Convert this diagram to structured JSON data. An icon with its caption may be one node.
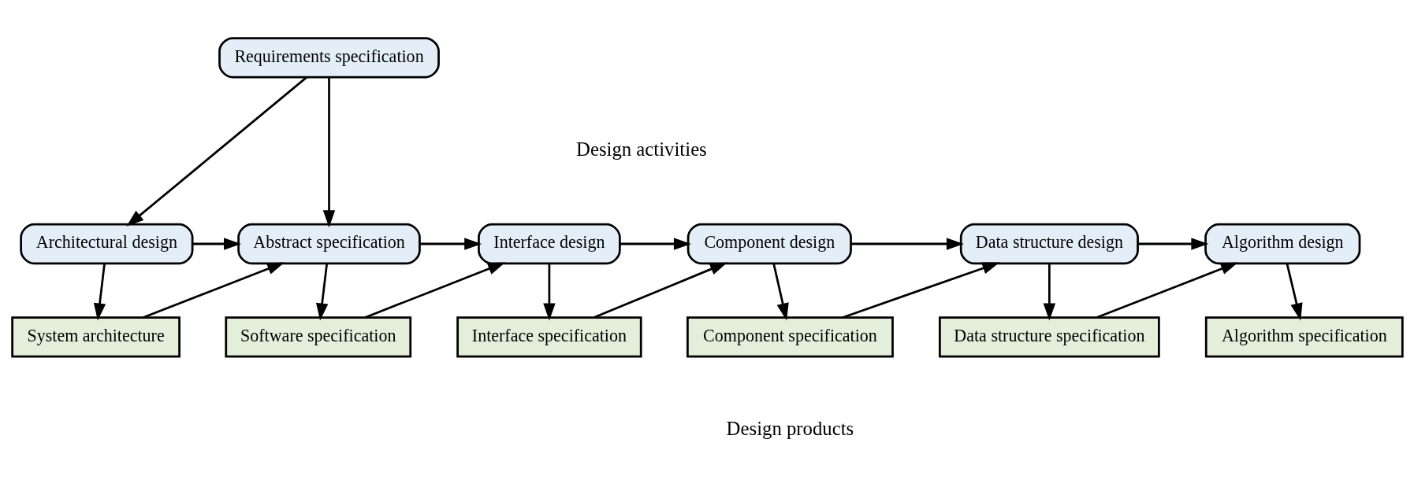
{
  "diagram": {
    "nodes": [
      {
        "text": [
          "Requirements specification"
        ]
      },
      {
        "text": [
          "Architectural design"
        ]
      },
      {
        "text": [
          "Abstract specification"
        ]
      },
      {
        "text": [
          "Interface design"
        ]
      },
      {
        "text": [
          "Component design"
        ]
      },
      {
        "text": [
          "Data structure design"
        ]
      },
      {
        "text": [
          "Algorithm design"
        ]
      },
      {
        "text": [
          "System architecture"
        ]
      },
      {
        "text": [
          "Software specification"
        ]
      },
      {
        "text": [
          "Interface specification"
        ]
      },
      {
        "text": [
          "Component specification"
        ]
      },
      {
        "text": [
          "Data structure specification"
        ]
      },
      {
        "text": [
          "Algorithm specification"
        ]
      }
    ],
    "edges": [
      {
        "from": 0,
        "to": 1,
        "arrow": "to"
      },
      {
        "from": 0,
        "to": 2,
        "arrow": "to"
      },
      {
        "from": 1,
        "to": 2,
        "arrow": "to"
      },
      {
        "from": 2,
        "to": 3,
        "arrow": "to"
      },
      {
        "from": 3,
        "to": 4,
        "arrow": "to"
      },
      {
        "from": 4,
        "to": 5,
        "arrow": "to"
      },
      {
        "from": 5,
        "to": 6,
        "arrow": "to"
      },
      {
        "from": 1,
        "to": 7,
        "arrow": "to"
      },
      {
        "from": 7,
        "to": 2,
        "arrow": "to"
      },
      {
        "from": 2,
        "to": 8,
        "arrow": "to"
      },
      {
        "from": 8,
        "to": 3,
        "arrow": "to"
      },
      {
        "from": 3,
        "to": 9,
        "arrow": "to"
      },
      {
        "from": 9,
        "to": 4,
        "arrow": "to"
      },
      {
        "from": 4,
        "to": 10,
        "arrow": "to"
      },
      {
        "from": 10,
        "to": 5,
        "arrow": "to"
      },
      {
        "from": 5,
        "to": 11,
        "arrow": "to"
      },
      {
        "from": 11,
        "to": 6,
        "arrow": "to"
      },
      {
        "from": 6,
        "to": 12,
        "arrow": "to"
      }
    ],
    "labels": [
      "Design activities",
      "Design products"
    ]
  }
}
